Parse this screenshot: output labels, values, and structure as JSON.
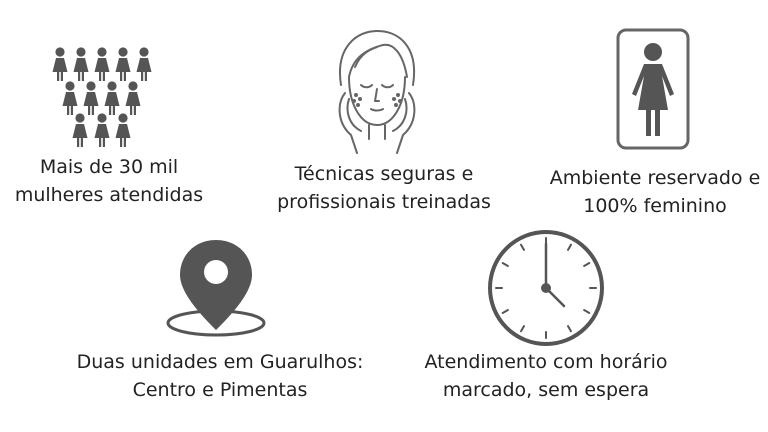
{
  "colors": {
    "icon_fill": "#555555",
    "icon_stroke": "#666666",
    "text": "#222222",
    "background": "#ffffff"
  },
  "features": [
    {
      "icon": "women-group-icon",
      "lines": [
        "Mais de 30 mil",
        "mulheres atendidas"
      ]
    },
    {
      "icon": "woman-face-icon",
      "lines": [
        "Técnicas seguras e",
        "profissionais treinadas"
      ]
    },
    {
      "icon": "female-sign-icon",
      "lines": [
        "Ambiente reservado e",
        "100% feminino"
      ]
    },
    {
      "icon": "location-pin-icon",
      "lines": [
        "Duas unidades em Guarulhos:",
        "Centro e Pimentas"
      ]
    },
    {
      "icon": "clock-icon",
      "lines": [
        "Atendimento com horário",
        "marcado, sem espera"
      ]
    }
  ]
}
